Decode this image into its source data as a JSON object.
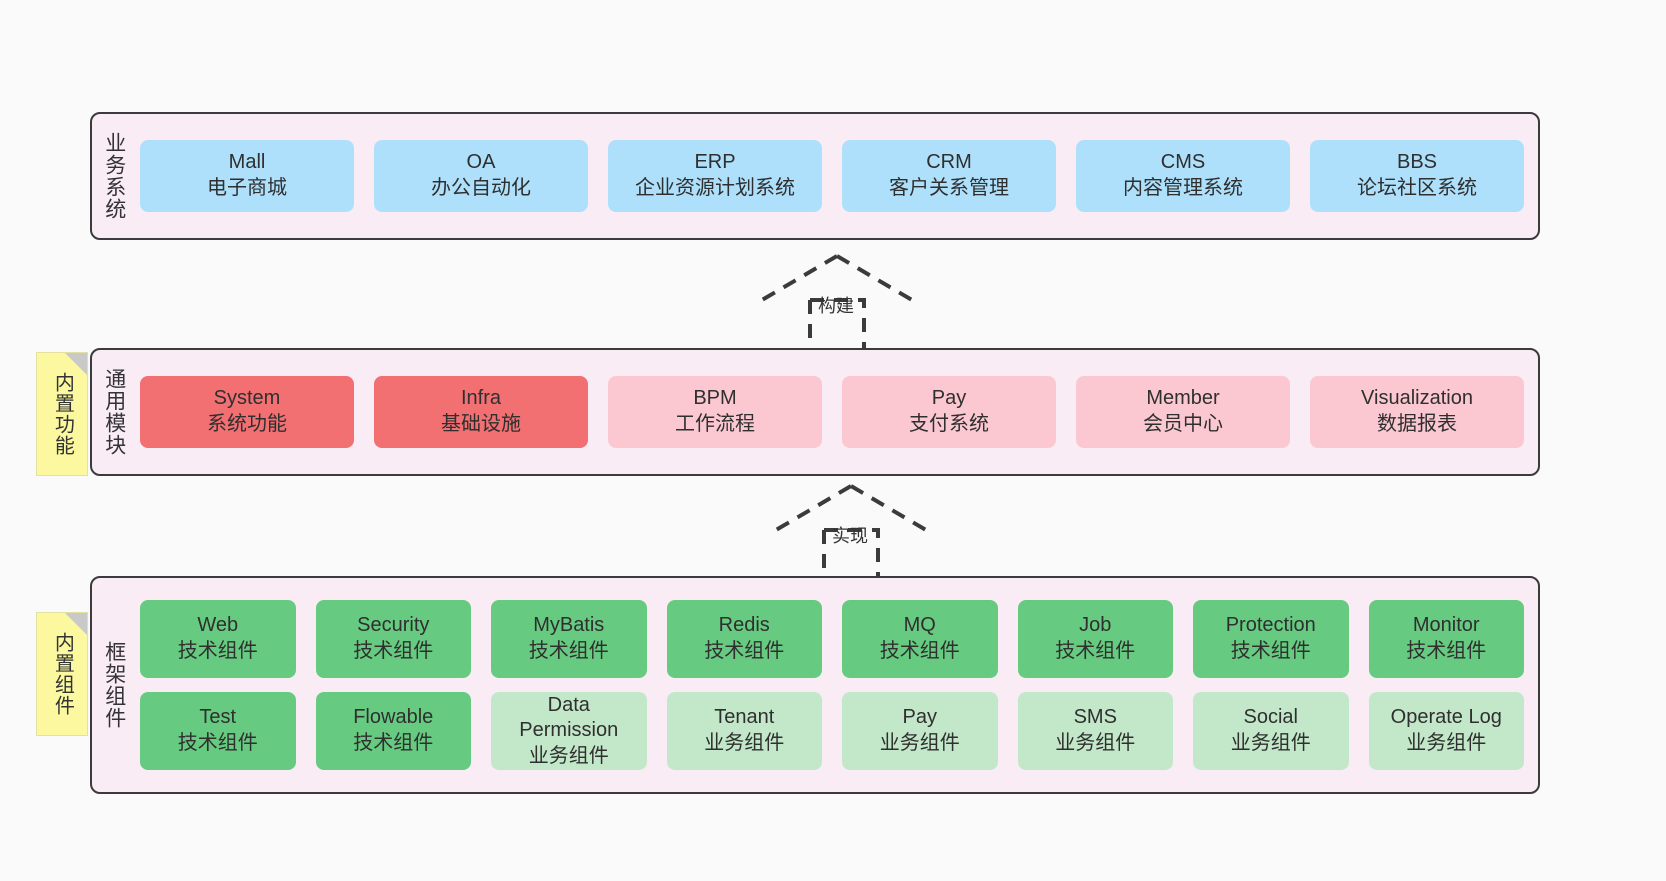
{
  "layers": [
    {
      "name": "business-systems",
      "title": "业务系统",
      "cards": [
        {
          "en": "Mall",
          "cn": "电子商城"
        },
        {
          "en": "OA",
          "cn": "办公自动化"
        },
        {
          "en": "ERP",
          "cn": "企业资源计划系统"
        },
        {
          "en": "CRM",
          "cn": "客户关系管理"
        },
        {
          "en": "CMS",
          "cn": "内容管理系统"
        },
        {
          "en": "BBS",
          "cn": "论坛社区系统"
        }
      ]
    },
    {
      "name": "common-modules",
      "title": "通用模块",
      "cards": [
        {
          "en": "System",
          "cn": "系统功能"
        },
        {
          "en": "Infra",
          "cn": "基础设施"
        },
        {
          "en": "BPM",
          "cn": "工作流程"
        },
        {
          "en": "Pay",
          "cn": "支付系统"
        },
        {
          "en": "Member",
          "cn": "会员中心"
        },
        {
          "en": "Visualization",
          "cn": "数据报表"
        }
      ]
    },
    {
      "name": "framework-components",
      "title": "框架组件",
      "row1": [
        {
          "en": "Web",
          "cn": "技术组件"
        },
        {
          "en": "Security",
          "cn": "技术组件"
        },
        {
          "en": "MyBatis",
          "cn": "技术组件"
        },
        {
          "en": "Redis",
          "cn": "技术组件"
        },
        {
          "en": "MQ",
          "cn": "技术组件"
        },
        {
          "en": "Job",
          "cn": "技术组件"
        },
        {
          "en": "Protection",
          "cn": "技术组件"
        },
        {
          "en": "Monitor",
          "cn": "技术组件"
        }
      ],
      "row2": [
        {
          "en": "Test",
          "cn": "技术组件"
        },
        {
          "en": "Flowable",
          "cn": "技术组件"
        },
        {
          "en": "Data Permission",
          "cn": "业务组件"
        },
        {
          "en": "Tenant",
          "cn": "业务组件"
        },
        {
          "en": "Pay",
          "cn": "业务组件"
        },
        {
          "en": "SMS",
          "cn": "业务组件"
        },
        {
          "en": "Social",
          "cn": "业务组件"
        },
        {
          "en": "Operate Log",
          "cn": "业务组件"
        }
      ]
    }
  ],
  "notes": {
    "builtin_function": "内置功能",
    "builtin_component": "内置组件"
  },
  "connectors": {
    "build": "构建",
    "implement": "实现"
  },
  "colors": {
    "business_card": "#aee0fb",
    "module_core": "#f26f72",
    "module_optional": "#fbc8d1",
    "tech_component": "#66cb80",
    "biz_component": "#c3e8c9",
    "layer_background": "#f9ecf5",
    "note_background": "#fbf8a0",
    "border": "#3b3b3b"
  }
}
